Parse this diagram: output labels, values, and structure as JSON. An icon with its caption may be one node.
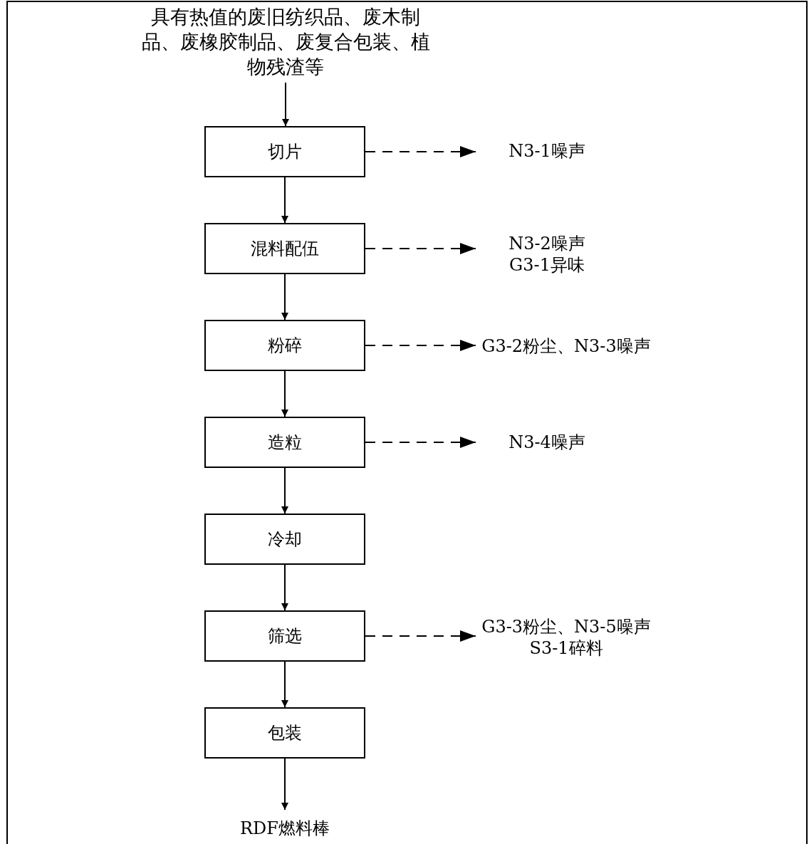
{
  "diagram": {
    "nodes": [
      {
        "text": [
          "具有热值的废旧纺织品、废木制品、废橡胶制品、废复合包装、植物残渣等"
        ]
      },
      {
        "text": [
          "切片"
        ]
      },
      {
        "text": [
          "混料配伍"
        ]
      },
      {
        "text": [
          "粉碎"
        ]
      },
      {
        "text": [
          "造粒"
        ]
      },
      {
        "text": [
          "冷却"
        ]
      },
      {
        "text": [
          "筛选"
        ]
      },
      {
        "text": [
          "包装"
        ]
      },
      {
        "text": [
          "RDF燃料棒"
        ]
      },
      {
        "text": [
          "N3-1噪声"
        ]
      },
      {
        "text": [
          "N3-2噪声",
          "G3-1异味"
        ]
      },
      {
        "text": [
          "G3-2粉尘、N3-3噪声"
        ]
      },
      {
        "text": [
          "N3-4噪声"
        ]
      },
      {
        "text": [
          "G3-3粉尘、N3-5噪声",
          "S3-1碎料"
        ]
      }
    ],
    "edges": [
      {
        "from": 0,
        "to": 1,
        "arrow": "to"
      },
      {
        "from": 1,
        "to": 2,
        "arrow": "to"
      },
      {
        "from": 2,
        "to": 3,
        "arrow": "to"
      },
      {
        "from": 3,
        "to": 4,
        "arrow": "to"
      },
      {
        "from": 4,
        "to": 5,
        "arrow": "to"
      },
      {
        "from": 5,
        "to": 6,
        "arrow": "to"
      },
      {
        "from": 6,
        "to": 7,
        "arrow": "to"
      },
      {
        "from": 7,
        "to": 8,
        "arrow": "to"
      },
      {
        "from": 1,
        "to": 9,
        "arrow": "to",
        "style": "dashed"
      },
      {
        "from": 2,
        "to": 10,
        "arrow": "to",
        "style": "dashed"
      },
      {
        "from": 3,
        "to": 11,
        "arrow": "to",
        "style": "dashed"
      },
      {
        "from": 4,
        "to": 12,
        "arrow": "to",
        "style": "dashed"
      },
      {
        "from": 6,
        "to": 13,
        "arrow": "to",
        "style": "dashed"
      }
    ]
  }
}
